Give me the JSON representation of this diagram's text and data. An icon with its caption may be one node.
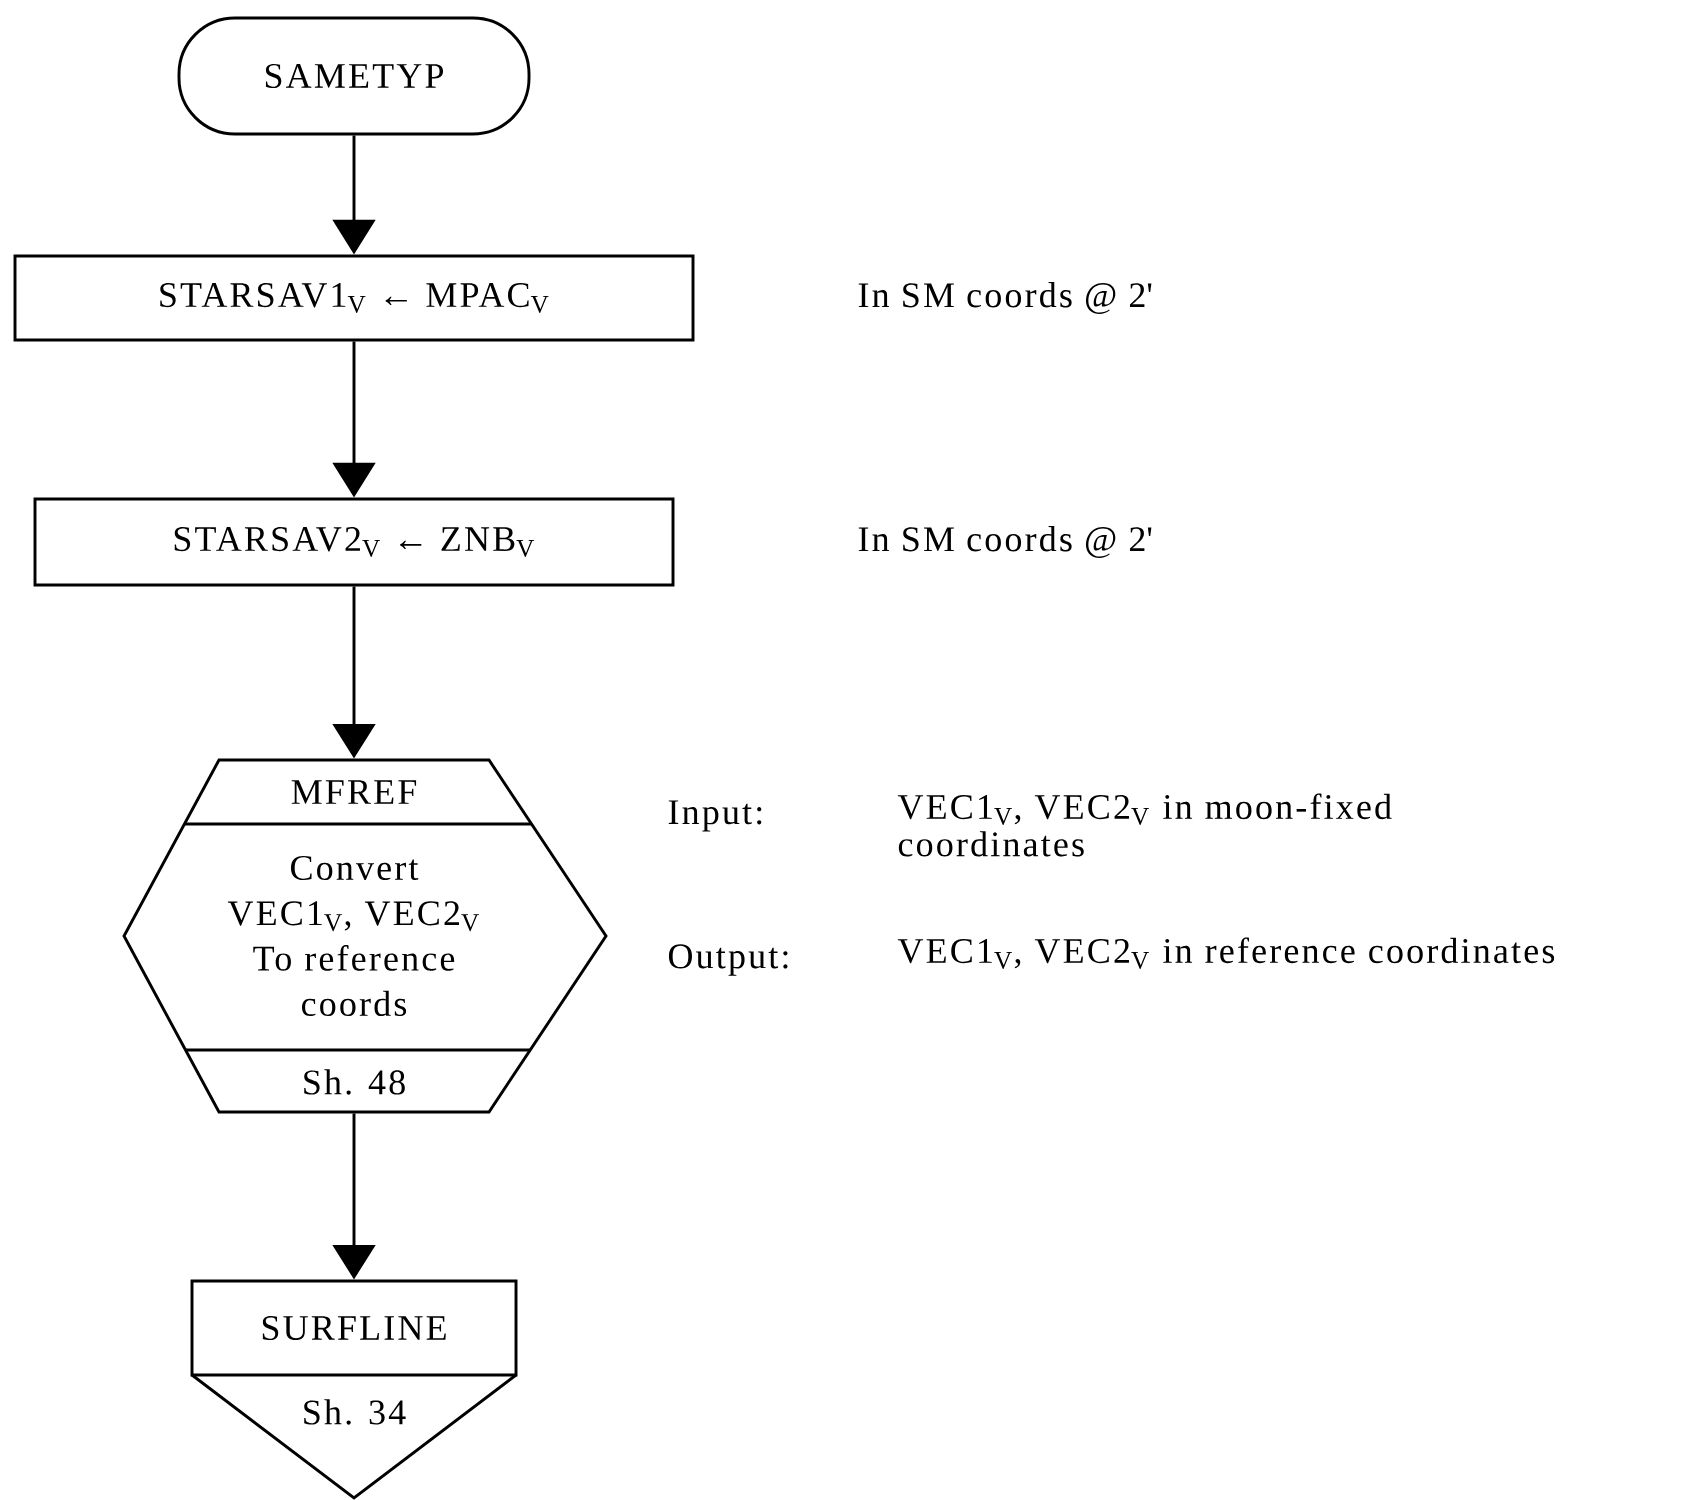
{
  "diagram": {
    "nodes": [
      {
        "text": [
          "SAMETYP"
        ]
      },
      {
        "text": [
          "STARSAV1$_{V}$ ←   MPAC$_{V}$"
        ]
      },
      {
        "text": [
          "STARSAV2$_{V}$ ←   ZNB$_{V}$"
        ]
      },
      {
        "text": [
          "MFREF",
          "Convert VEC1$_{V}$, VEC2$_{V}$ To reference coords",
          "Sh. 48"
        ],
        "beside": [
          "Input:",
          "VEC1$_{V}$, VEC2$_{V}$ in moon-fixed coordinates",
          "Output:",
          "VEC1$_{V}$, VEC2$_{V}$ in reference coordinates"
        ]
      },
      {
        "text": [
          "SURFLINE",
          "Sh. 34"
        ]
      }
    ],
    "edges": [
      {
        "from": 0,
        "to": 1,
        "arrow": "to"
      },
      {
        "from": 1,
        "to": 2,
        "arrow": "to"
      },
      {
        "from": 2,
        "to": 3,
        "arrow": "to"
      },
      {
        "from": 3,
        "to": 4,
        "arrow": "to"
      }
    ],
    "labels": [
      "In SM coords @ 2'",
      "In SM coords @ 2'"
    ]
  }
}
